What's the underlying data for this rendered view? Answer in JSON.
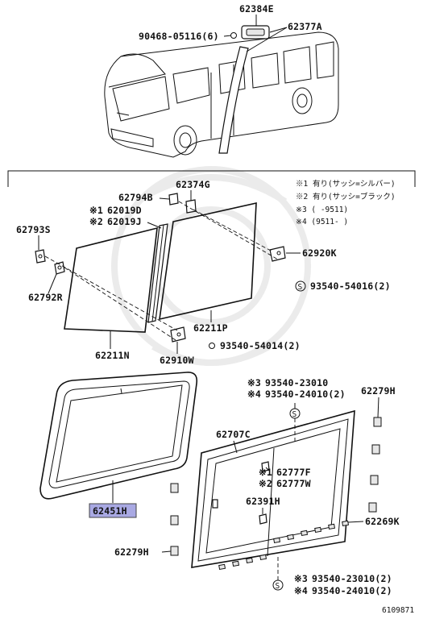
{
  "labels": {
    "p62384e": "62384E",
    "p90468": "90468-05116(6)",
    "p62377a": "62377A",
    "p62374g": "62374G",
    "p62794b": "62794B",
    "p62019d": "62019D",
    "p62019j": "62019J",
    "p62793s": "62793S",
    "p62792r": "62792R",
    "p62920k": "62920K",
    "p93540_54016": "93540-54016(2)",
    "p62211p": "62211P",
    "p62211n": "62211N",
    "p62910w": "62910W",
    "p93540_54014": "93540-54014(2)",
    "p93540_23010_top": "93540-23010",
    "p93540_24010_top": "93540-24010(2)",
    "p62279h_right": "62279H",
    "p62707c": "62707C",
    "p62777f": "62777F",
    "p62777w": "62777W",
    "p62391h": "62391H",
    "p62451h": "62451H",
    "p62269k": "62269K",
    "p62279h_left": "62279H",
    "p93540_23010_bot": "93540-23010(2)",
    "p93540_24010_bot": "93540-24010(2)"
  },
  "marks": {
    "m1": "※1",
    "m2": "※2",
    "m3": "※3",
    "m4": "※4"
  },
  "notes": {
    "n1": "※1 有り(サッシ=シルバー)",
    "n2": "※2 有り(サッシ=ブラック)",
    "n3": "※3 (      -9511)",
    "n4": "※4 (9511-      )"
  },
  "footer": {
    "diagram_number": "6109871"
  },
  "symbols": {
    "s": "S"
  },
  "colors": {
    "highlight": "#a9a9e3",
    "ink": "#111111"
  }
}
